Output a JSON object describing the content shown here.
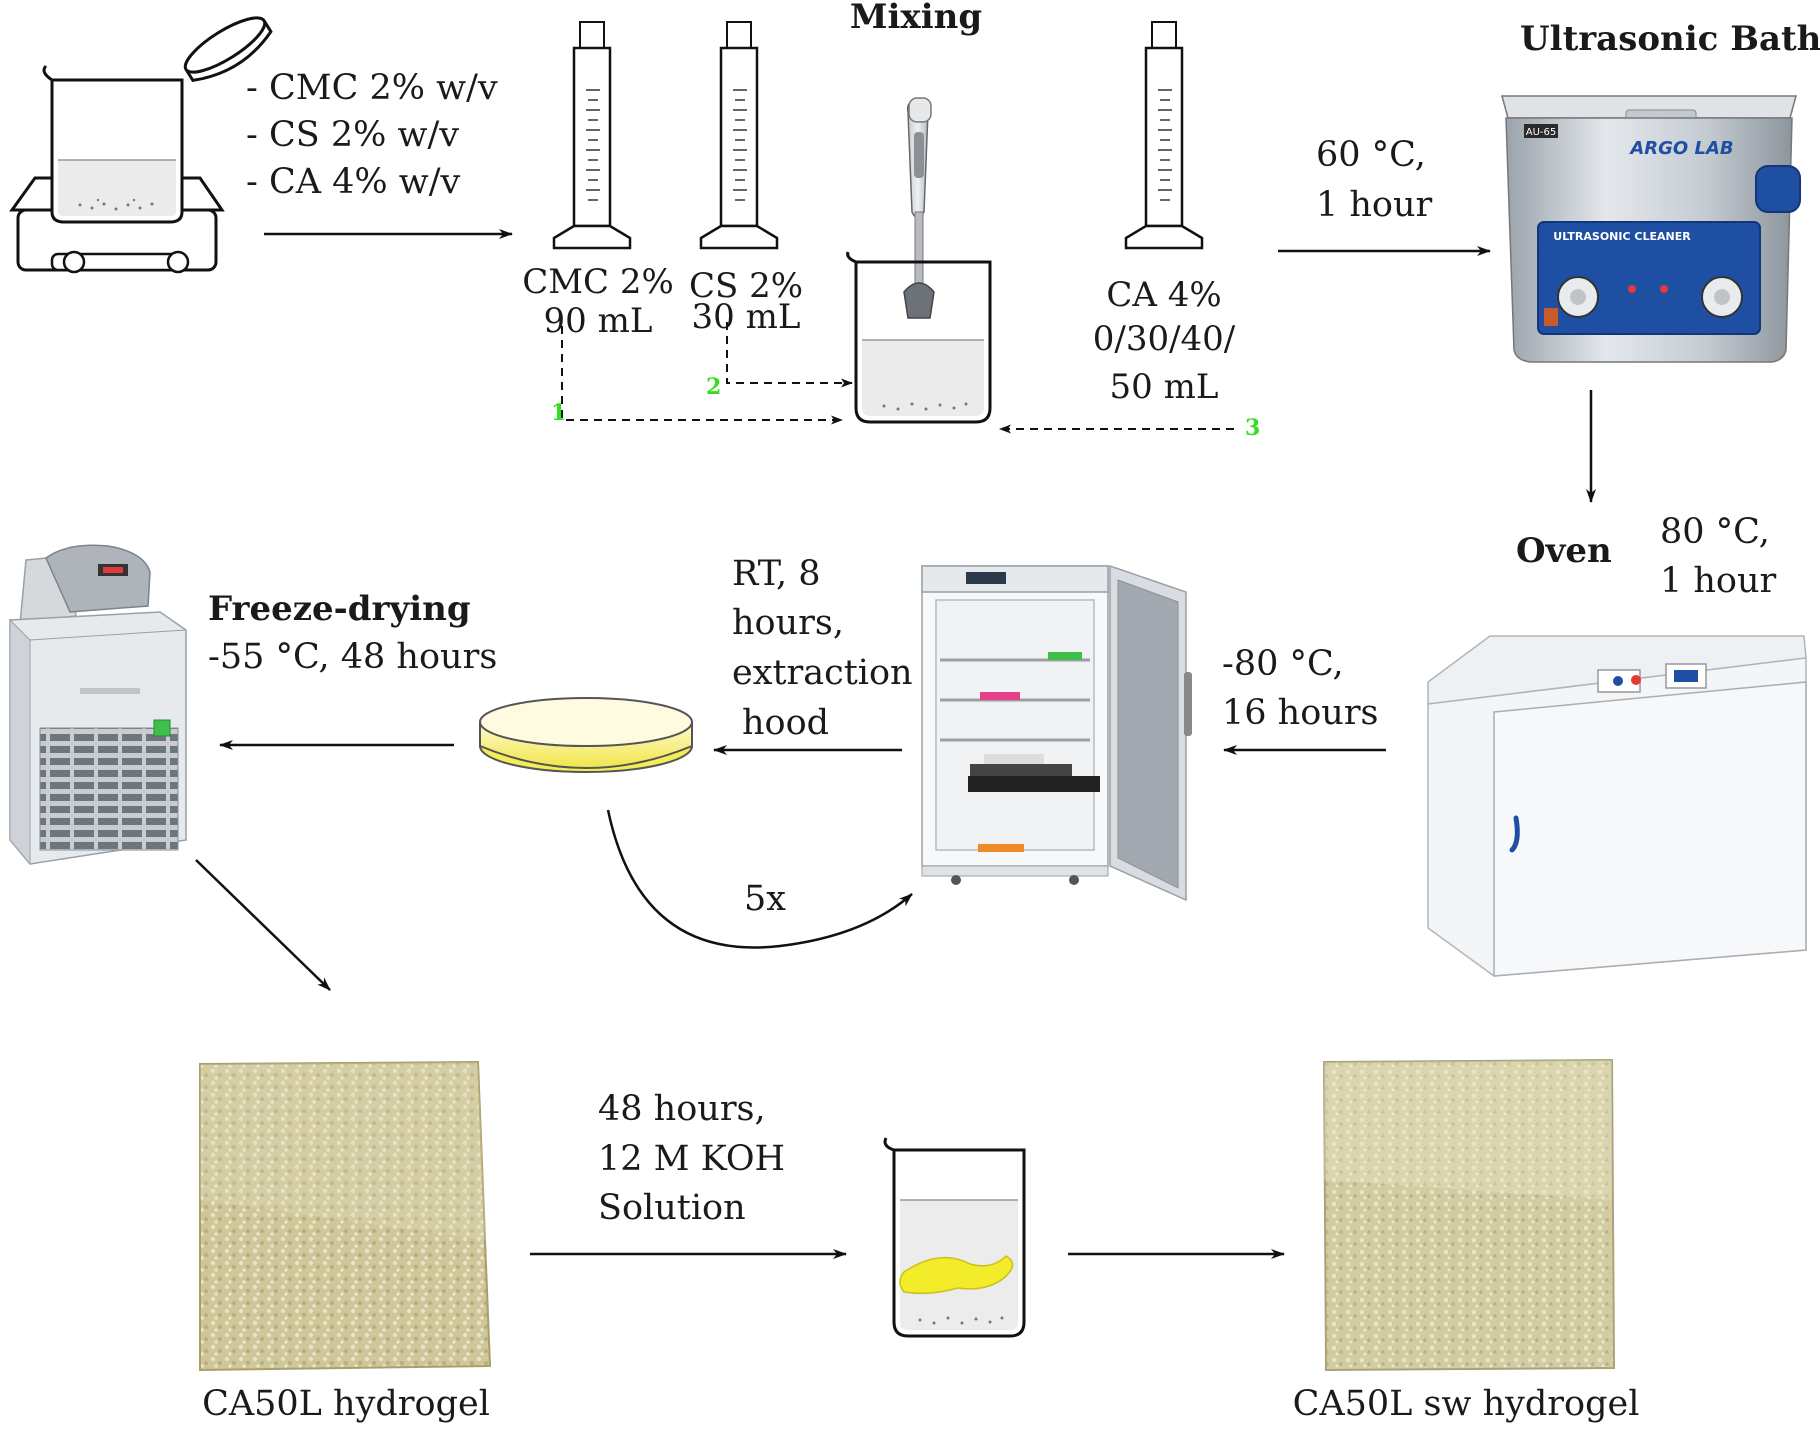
{
  "step1": {
    "items": [
      "- CMC 2% w/v",
      "- CS 2% w/v",
      "- CA 4% w/v"
    ]
  },
  "mixing": {
    "title": "Mixing",
    "cylinders": [
      {
        "line1": "CMC 2%",
        "line2": "90 mL",
        "order": "1"
      },
      {
        "line1": "CS 2%",
        "line2": "30 mL",
        "order": "2"
      },
      {
        "line1": "CA 4%",
        "line2": "0/30/40/",
        "line3": "50 mL",
        "order": "3"
      }
    ]
  },
  "ultrasonic": {
    "title": "Ultrasonic Bath",
    "line1": "60 °C,",
    "line2": "1 hour",
    "brand": "ARGO LAB",
    "model": "AU-65",
    "panel": "ULTRASONIC CLEANER"
  },
  "oven": {
    "title": "Oven",
    "line1": "80 °C,",
    "line2": "1 hour"
  },
  "freezer": {
    "line1": "-80 °C,",
    "line2": "16 hours"
  },
  "hood": {
    "line1": "RT, 8",
    "line2": "hours,",
    "line3": "extraction",
    "line4": "hood",
    "repeat": "5x"
  },
  "freeze_drying": {
    "title": "Freeze-drying",
    "line1": "-55 °C, 48 hours"
  },
  "koh": {
    "line1": "48 hours,",
    "line2": "12 M KOH",
    "line3": "Solution"
  },
  "hydrogels": {
    "left": "CA50L hydrogel",
    "right": "CA50L sw hydrogel"
  },
  "colors": {
    "order_numbers": "#33dd22",
    "gel_yellow": "#f2ec2a",
    "bath_blue": "#1f4fa3"
  }
}
